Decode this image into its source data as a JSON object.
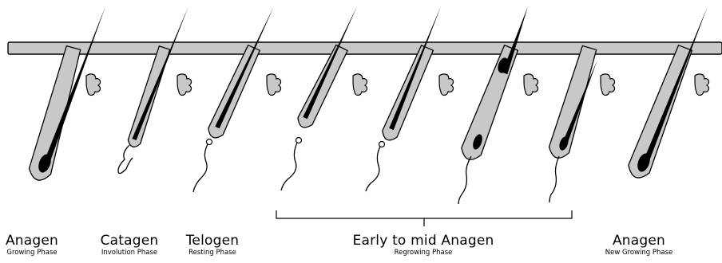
{
  "phases": [
    {
      "id": "anagen",
      "name": "Anagen",
      "subtitle": "Growing Phase"
    },
    {
      "id": "catagen",
      "name": "Catagen",
      "subtitle": "Involution Phase"
    },
    {
      "id": "telogen",
      "name": "Telogen",
      "subtitle": "Resting Phase"
    },
    {
      "id": "early-mid-anagen",
      "name": "Early to mid Anagen",
      "subtitle": "Regrowing Phase"
    },
    {
      "id": "new-anagen",
      "name": "Anagen",
      "subtitle": "New Growing Phase"
    }
  ],
  "colors": {
    "skin_fill": "#c8c8c8",
    "outline": "#000000",
    "hair_shaft": "#000000",
    "background": "#ffffff"
  }
}
